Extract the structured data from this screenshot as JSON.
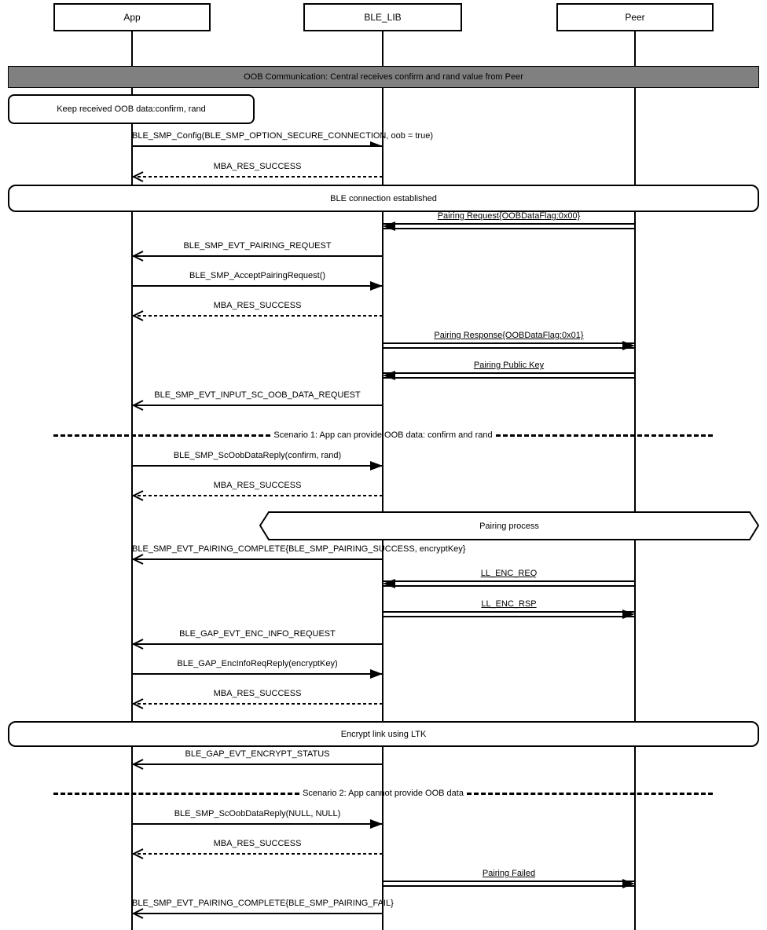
{
  "participants": [
    {
      "name": "App"
    },
    {
      "name": "BLE_LIB"
    },
    {
      "name": "Peer"
    }
  ],
  "banner": {
    "text": "OOB Communication: Central receives confirm and rand value from Peer",
    "bg": "#808080"
  },
  "note": {
    "text": "Keep received OOB data:confirm, rand"
  },
  "wide_boxes": [
    {
      "text": "BLE connection established"
    },
    {
      "text": "Encrypt link using LTK"
    }
  ],
  "process_box": {
    "text": "Pairing process"
  },
  "dividers": [
    {
      "text": "Scenario 1: App can provide OOB data: confirm and rand"
    },
    {
      "text": "Scenario 2: App cannot provide OOB data"
    }
  ],
  "colors": {
    "line": "#000000",
    "banner_bg": "#808080"
  },
  "messages": [
    {
      "label": "BLE_SMP_Config(BLE_SMP_OPTION_SECURE_CONNECTION, oob = true)",
      "from": "App",
      "to": "BLE_LIB",
      "line": "solid",
      "head": "half",
      "underline": false
    },
    {
      "label": "MBA_RES_SUCCESS",
      "from": "BLE_LIB",
      "to": "App",
      "line": "dashed",
      "head": "open",
      "underline": false
    },
    {
      "label": "Pairing Request{OOBDataFlag:0x00}",
      "from": "Peer",
      "to": "BLE_LIB",
      "line": "double",
      "head": "filled",
      "underline": true
    },
    {
      "label": "BLE_SMP_EVT_PAIRING_REQUEST",
      "from": "BLE_LIB",
      "to": "App",
      "line": "solid",
      "head": "open",
      "underline": false
    },
    {
      "label": "BLE_SMP_AcceptPairingRequest()",
      "from": "App",
      "to": "BLE_LIB",
      "line": "solid",
      "head": "filled",
      "underline": false
    },
    {
      "label": "MBA_RES_SUCCESS",
      "from": "BLE_LIB",
      "to": "App",
      "line": "dashed",
      "head": "open",
      "underline": false
    },
    {
      "label": "Pairing Response{OOBDataFlag:0x01}",
      "from": "BLE_LIB",
      "to": "Peer",
      "line": "double",
      "head": "filled",
      "underline": true
    },
    {
      "label": "Pairing Public Key",
      "from": "Peer",
      "to": "BLE_LIB",
      "line": "double",
      "head": "filled",
      "underline": true
    },
    {
      "label": "BLE_SMP_EVT_INPUT_SC_OOB_DATA_REQUEST",
      "from": "BLE_LIB",
      "to": "App",
      "line": "solid",
      "head": "open",
      "underline": false
    },
    {
      "label": "BLE_SMP_ScOobDataReply(confirm, rand)",
      "from": "App",
      "to": "BLE_LIB",
      "line": "solid",
      "head": "filled",
      "underline": false
    },
    {
      "label": "MBA_RES_SUCCESS",
      "from": "BLE_LIB",
      "to": "App",
      "line": "dashed",
      "head": "open",
      "underline": false
    },
    {
      "label": "BLE_SMP_EVT_PAIRING_COMPLETE{BLE_SMP_PAIRING_SUCCESS, encryptKey}",
      "from": "BLE_LIB",
      "to": "App",
      "line": "solid",
      "head": "open",
      "underline": false
    },
    {
      "label": "LL_ENC_REQ",
      "from": "Peer",
      "to": "BLE_LIB",
      "line": "double",
      "head": "filled",
      "underline": true
    },
    {
      "label": "LL_ENC_RSP",
      "from": "BLE_LIB",
      "to": "Peer",
      "line": "double",
      "head": "filled",
      "underline": true
    },
    {
      "label": "BLE_GAP_EVT_ENC_INFO_REQUEST",
      "from": "BLE_LIB",
      "to": "App",
      "line": "solid",
      "head": "open",
      "underline": false
    },
    {
      "label": "BLE_GAP_EncInfoReqReply(encryptKey)",
      "from": "App",
      "to": "BLE_LIB",
      "line": "solid",
      "head": "filled",
      "underline": false
    },
    {
      "label": "MBA_RES_SUCCESS",
      "from": "BLE_LIB",
      "to": "App",
      "line": "dashed",
      "head": "open",
      "underline": false
    },
    {
      "label": "BLE_GAP_EVT_ENCRYPT_STATUS",
      "from": "BLE_LIB",
      "to": "App",
      "line": "solid",
      "head": "open",
      "underline": false
    },
    {
      "label": "BLE_SMP_ScOobDataReply(NULL, NULL)",
      "from": "App",
      "to": "BLE_LIB",
      "line": "solid",
      "head": "filled",
      "underline": false
    },
    {
      "label": "MBA_RES_SUCCESS",
      "from": "BLE_LIB",
      "to": "App",
      "line": "dashed",
      "head": "open",
      "underline": false
    },
    {
      "label": "Pairing Failed",
      "from": "BLE_LIB",
      "to": "Peer",
      "line": "double",
      "head": "filled",
      "underline": true
    },
    {
      "label": "BLE_SMP_EVT_PAIRING_COMPLETE{BLE_SMP_PAIRING_FAIL}",
      "from": "BLE_LIB",
      "to": "App",
      "line": "solid",
      "head": "open",
      "underline": false
    }
  ]
}
